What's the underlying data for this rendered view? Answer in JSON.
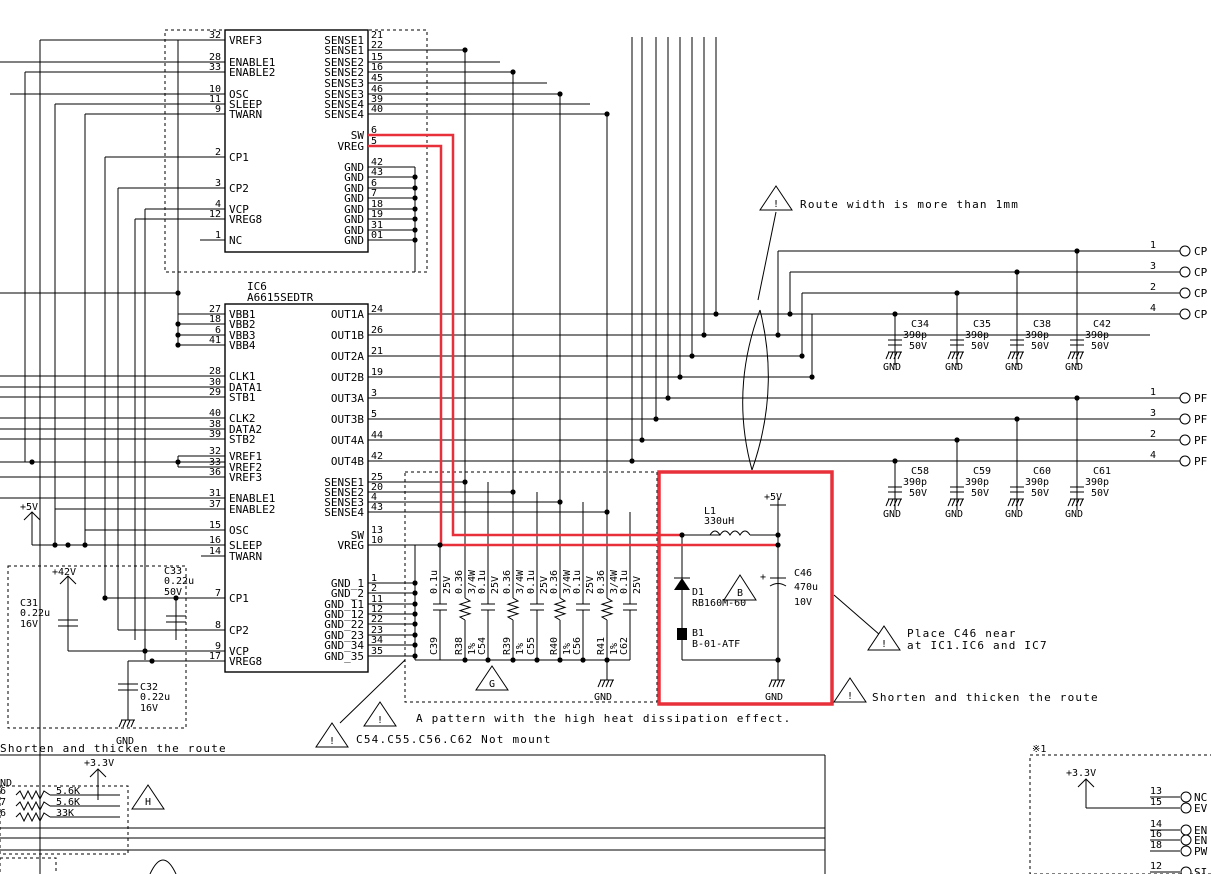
{
  "upper_ic": {
    "left_pins": [
      {
        "num": "32",
        "name": "VREF3"
      },
      {
        "num": "28",
        "name": "ENABLE1"
      },
      {
        "num": "33",
        "name": "ENABLE2"
      },
      {
        "num": "10",
        "name": "OSC"
      },
      {
        "num": "11",
        "name": "SLEEP"
      },
      {
        "num": "9",
        "name": "TWARN"
      },
      {
        "num": "2",
        "name": "CP1"
      },
      {
        "num": "3",
        "name": "CP2"
      },
      {
        "num": "4",
        "name": "VCP"
      },
      {
        "num": "12",
        "name": "VREG8"
      },
      {
        "num": "1",
        "name": "NC"
      }
    ],
    "right_pins": [
      {
        "num": "21",
        "name": "SENSE1"
      },
      {
        "num": "22",
        "name": "SENSE1"
      },
      {
        "num": "15",
        "name": "SENSE2"
      },
      {
        "num": "16",
        "name": "SENSE2"
      },
      {
        "num": "45",
        "name": "SENSE3"
      },
      {
        "num": "46",
        "name": "SENSE3"
      },
      {
        "num": "39",
        "name": "SENSE4"
      },
      {
        "num": "40",
        "name": "SENSE4"
      },
      {
        "num": "6",
        "name": "SW"
      },
      {
        "num": "5",
        "name": "VREG"
      },
      {
        "num": "42",
        "name": "GND"
      },
      {
        "num": "43",
        "name": "GND"
      },
      {
        "num": "6",
        "name": "GND"
      },
      {
        "num": "7",
        "name": "GND"
      },
      {
        "num": "18",
        "name": "GND"
      },
      {
        "num": "19",
        "name": "GND"
      },
      {
        "num": "31",
        "name": "GND"
      },
      {
        "num": "01",
        "name": "GND"
      }
    ]
  },
  "ic6": {
    "ref": "IC6",
    "part": "A6615SEDTR",
    "left_pins": [
      {
        "num": "27",
        "name": "VBB1"
      },
      {
        "num": "18",
        "name": "VBB2"
      },
      {
        "num": "6",
        "name": "VBB3"
      },
      {
        "num": "41",
        "name": "VBB4"
      },
      {
        "num": "28",
        "name": "CLK1"
      },
      {
        "num": "30",
        "name": "DATA1"
      },
      {
        "num": "29",
        "name": "STB1"
      },
      {
        "num": "40",
        "name": "CLK2"
      },
      {
        "num": "38",
        "name": "DATA2"
      },
      {
        "num": "39",
        "name": "STB2"
      },
      {
        "num": "32",
        "name": "VREF1"
      },
      {
        "num": "33",
        "name": "VREF2"
      },
      {
        "num": "36",
        "name": "VREF3"
      },
      {
        "num": "31",
        "name": "ENABLE1"
      },
      {
        "num": "37",
        "name": "ENABLE2"
      },
      {
        "num": "15",
        "name": "OSC"
      },
      {
        "num": "16",
        "name": "SLEEP"
      },
      {
        "num": "14",
        "name": "TWARN"
      },
      {
        "num": "7",
        "name": "CP1"
      },
      {
        "num": "8",
        "name": "CP2"
      },
      {
        "num": "9",
        "name": "VCP"
      },
      {
        "num": "17",
        "name": "VREG8"
      }
    ],
    "right_pins": [
      {
        "num": "24",
        "name": "OUT1A"
      },
      {
        "num": "26",
        "name": "OUT1B"
      },
      {
        "num": "21",
        "name": "OUT2A"
      },
      {
        "num": "19",
        "name": "OUT2B"
      },
      {
        "num": "3",
        "name": "OUT3A"
      },
      {
        "num": "5",
        "name": "OUT3B"
      },
      {
        "num": "44",
        "name": "OUT4A"
      },
      {
        "num": "42",
        "name": "OUT4B"
      },
      {
        "num": "25",
        "name": "SENSE1"
      },
      {
        "num": "20",
        "name": "SENSE2"
      },
      {
        "num": "4",
        "name": "SENSE3"
      },
      {
        "num": "43",
        "name": "SENSE4"
      },
      {
        "num": "13",
        "name": "SW"
      },
      {
        "num": "10",
        "name": "VREG"
      },
      {
        "num": "1",
        "name": "GND_1"
      },
      {
        "num": "2",
        "name": "GND_2"
      },
      {
        "num": "11",
        "name": "GND_11"
      },
      {
        "num": "12",
        "name": "GND_12"
      },
      {
        "num": "22",
        "name": "GND_22"
      },
      {
        "num": "23",
        "name": "GND_23"
      },
      {
        "num": "34",
        "name": "GND_34"
      },
      {
        "num": "35",
        "name": "GND_35"
      }
    ]
  },
  "sense_parts": [
    {
      "ref": "C39",
      "value": "0.1u",
      "rating": "25V"
    },
    {
      "ref": "R38",
      "value": "0.36",
      "rating": "3/4W"
    },
    {
      "ref": "C54",
      "value": "0.1u",
      "rating": "25V"
    },
    {
      "ref": "R39",
      "value": "0.36",
      "rating": "3/4W"
    },
    {
      "ref": "C55",
      "value": "0.1u",
      "rating": "25V"
    },
    {
      "ref": "R40",
      "value": "0.36",
      "rating": "3/4W"
    },
    {
      "ref": "C56",
      "value": "0.1u",
      "rating": "25V"
    },
    {
      "ref": "R41",
      "value": "0.36",
      "rating": "3/4W"
    },
    {
      "ref": "C62",
      "value": "0.1u",
      "rating": "25V"
    }
  ],
  "tolerance": "1%",
  "caps_upper": [
    {
      "ref": "C34",
      "value": "390p",
      "rating": "50V"
    },
    {
      "ref": "C35",
      "value": "390p",
      "rating": "50V"
    },
    {
      "ref": "C38",
      "value": "390p",
      "rating": "50V"
    },
    {
      "ref": "C42",
      "value": "390p",
      "rating": "50V"
    }
  ],
  "caps_lower": [
    {
      "ref": "C58",
      "value": "390p",
      "rating": "50V"
    },
    {
      "ref": "C59",
      "value": "390p",
      "rating": "50V"
    },
    {
      "ref": "C60",
      "value": "390p",
      "rating": "50V"
    },
    {
      "ref": "C61",
      "value": "390p",
      "rating": "50V"
    }
  ],
  "connector_upper": [
    {
      "num": "1",
      "label": "CP"
    },
    {
      "num": "3",
      "label": "CP"
    },
    {
      "num": "2",
      "label": "CP"
    },
    {
      "num": "4",
      "label": "CP"
    }
  ],
  "connector_lower": [
    {
      "num": "1",
      "label": "PF"
    },
    {
      "num": "3",
      "label": "PF"
    },
    {
      "num": "2",
      "label": "PF"
    },
    {
      "num": "4",
      "label": "PF"
    }
  ],
  "power": {
    "L1_ref": "L1",
    "L1_value": "330uH",
    "plus5": "+5V",
    "C46_ref": "C46",
    "C46_value": "470u",
    "C46_rating": "10V",
    "D1_ref": "D1",
    "D1_part": "RB160M-60",
    "B1_ref": "B1",
    "B1_part": "B-01-ATF",
    "gnd": "GND",
    "mark_B": "B"
  },
  "left_misc": {
    "plus5": "+5V",
    "plus42": "+42V",
    "C31_ref": "C31",
    "C31_value": "0.22u",
    "C31_rating": "16V",
    "C33_ref": "C33",
    "C33_value": "0.22u",
    "C33_rating": "50V",
    "C32_ref": "C32",
    "C32_value": "0.22u",
    "C32_rating": "16V",
    "gnd": "GND"
  },
  "notes": {
    "route_width": "Route width is more than 1mm",
    "place_c46_1": "Place C46 near",
    "place_c46_2": "at IC1.IC6 and IC7",
    "shorten_right": "Shorten and thicken the route",
    "pattern": "A pattern with the high heat dissipation effect.",
    "not_mount": "C54.C55.C56.C62 Not mount",
    "shorten_left": "Shorten and thicken the route",
    "mark_G": "G",
    "mark_H": "H",
    "mark_bang": "!"
  },
  "bottom": {
    "plus33_left": "+3.3V",
    "plus33_right": "+3.3V",
    "nd": "ND",
    "res_pins": [
      "6",
      "7",
      "6"
    ],
    "res_values": [
      "5.6K",
      "5.6K",
      "33K"
    ],
    "ref_x1": "※1",
    "right_pins": [
      "13",
      "15",
      "14",
      "16",
      "18",
      "12"
    ],
    "right_labels": [
      "NC",
      "EV",
      "EN",
      "EN",
      "PW",
      "SI"
    ]
  }
}
